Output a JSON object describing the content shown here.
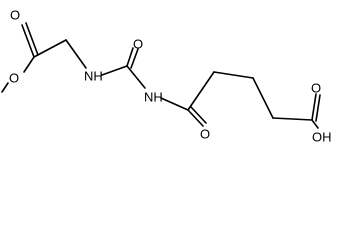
{
  "atoms": {
    "o_carbonyl_ester": "O",
    "o_methoxy": "O",
    "nh_urea_left": "NH",
    "o_urea": "O",
    "nh_urea_right": "NH",
    "o_amide": "O",
    "o_acid_carbonyl": "O",
    "oh_acid": "OH"
  },
  "colors": {
    "bond": "#000000",
    "label": "#000000",
    "background": "#ffffff"
  }
}
